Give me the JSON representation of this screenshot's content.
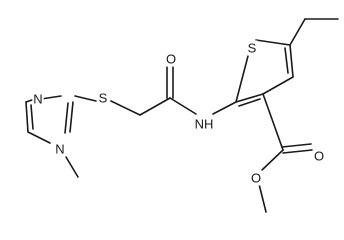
{
  "molecule": {
    "atom_labels": {
      "imidazole_n3": "N",
      "imidazole_n1": "N",
      "thioether_s": "S",
      "amide_o": "O",
      "amide_nh": "NH",
      "thiophene_s": "S",
      "ester_carbonyl_o": "O",
      "ester_ether_o": "O"
    }
  }
}
